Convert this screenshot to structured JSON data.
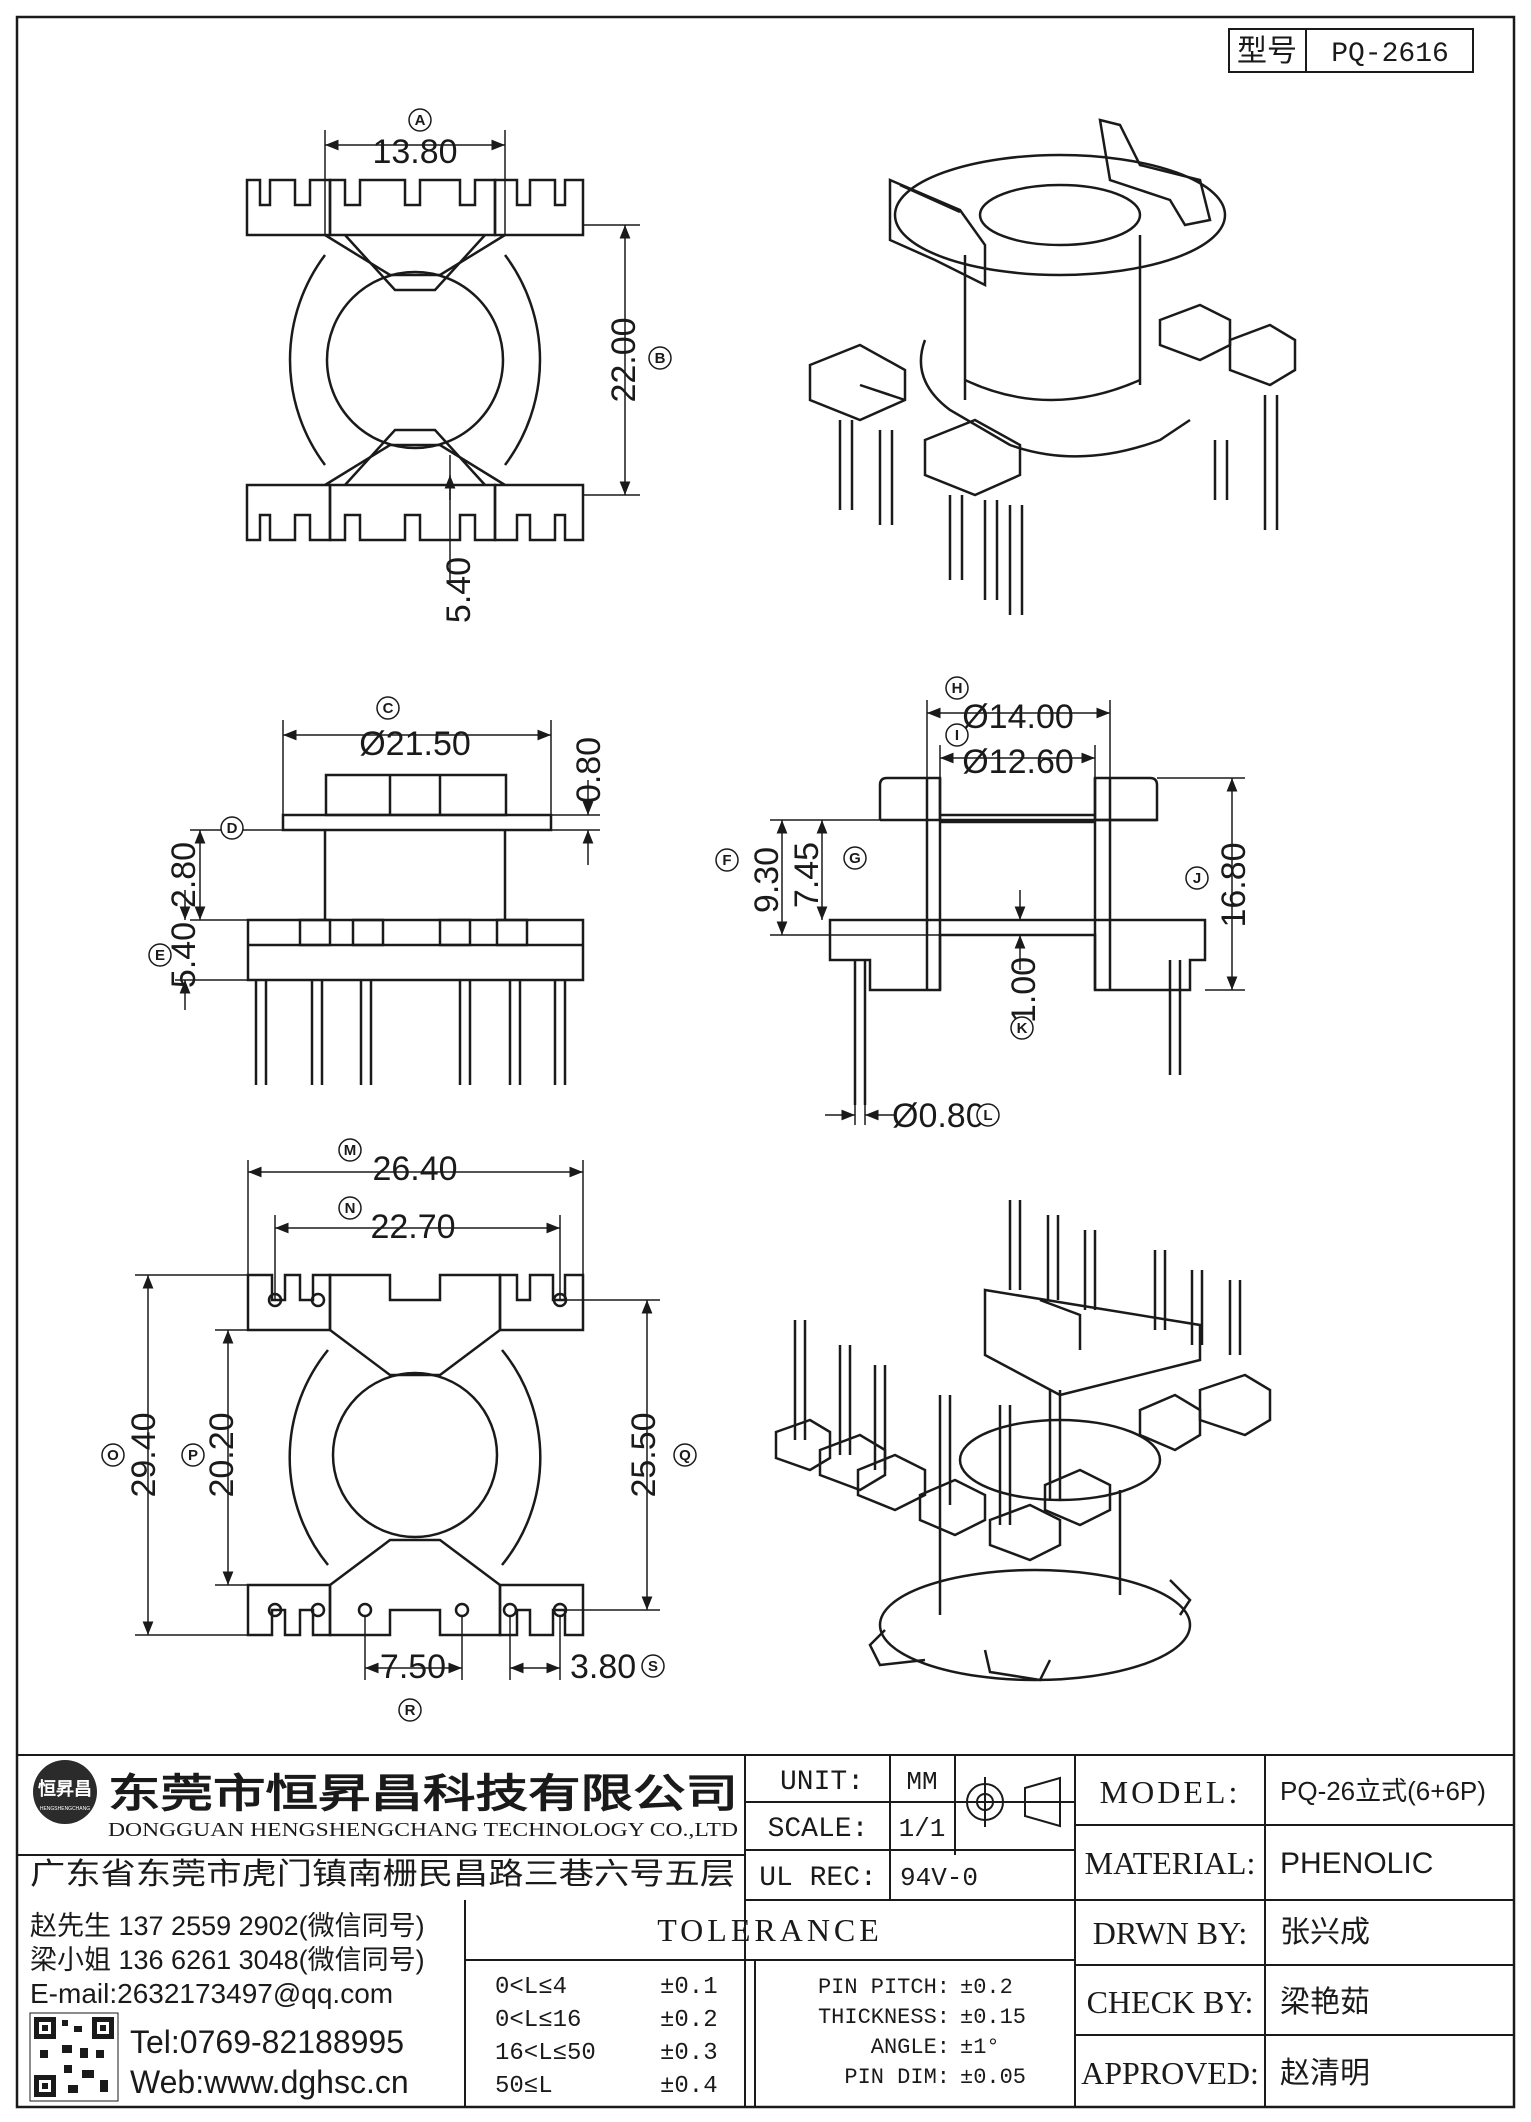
{
  "header": {
    "label": "型号",
    "part_no": "PQ-2616"
  },
  "dimensions": {
    "top_view": {
      "A_value": "13.80",
      "A_mark": "A",
      "B_value": "22.00",
      "B_mark": "B",
      "gap_value": "5.40"
    },
    "side_view": {
      "C_value": "Ø21.50",
      "C_mark": "C",
      "flange_value": "0.80",
      "D_value": "2.80",
      "D_mark": "D",
      "E_value": "5.40",
      "E_mark": "E"
    },
    "section_view": {
      "H_value": "Ø14.00",
      "H_mark": "H",
      "I_value": "Ø12.60",
      "I_mark": "I",
      "F_value": "9.30",
      "F_mark": "F",
      "G_value": "7.45",
      "G_mark": "G",
      "J_value": "16.80",
      "J_mark": "J",
      "K_value": "1.00",
      "K_mark": "K",
      "L_value": "Ø0.80",
      "L_mark": "L"
    },
    "bottom_view": {
      "M_value": "26.40",
      "M_mark": "M",
      "N_value": "22.70",
      "N_mark": "N",
      "O_value": "29.40",
      "O_mark": "O",
      "P_value": "20.20",
      "P_mark": "P",
      "Q_value": "25.50",
      "Q_mark": "Q",
      "R_value": "7.50",
      "R_mark": "R",
      "S_value": "3.80",
      "S_mark": "S"
    }
  },
  "title_block": {
    "company_cn": "东莞市恒昇昌科技有限公司",
    "company_en": "DONGGUAN HENGSHENGCHANG TECHNOLOGY CO.,LTD",
    "logo_text": "恒昇昌",
    "logo_sub": "HENGSHENGCHANG",
    "address": "广东省东莞市虎门镇南栅民昌路三巷六号五层",
    "unit_label": "UNIT:",
    "unit_value": "MM",
    "scale_label": "SCALE:",
    "scale_value": "1/1",
    "ulrec_label": "UL REC:",
    "ulrec_value": "94V-0",
    "model_label": "MODEL:",
    "model_value": "PQ-26立式(6+6P)",
    "material_label": "MATERIAL:",
    "material_value": "PHENOLIC",
    "drawn_label": "DRWN BY:",
    "drawn_value": "张兴成",
    "check_label": "CHECK BY:",
    "check_value": "梁艳茹",
    "approved_label": "APPROVED:",
    "approved_value": "赵清明",
    "contact_1": "赵先生 137 2559 2902(微信同号)",
    "contact_2": "梁小姐 136 6261 3048(微信同号)",
    "email": "E-mail:2632173497@qq.com",
    "tel": "Tel:0769-82188995",
    "web": "Web:www.dghsc.cn",
    "tolerance_title": "TOLERANCE",
    "tol_rows": [
      {
        "range": "0<L≤4",
        "value": "±0.1"
      },
      {
        "range": "0<L≤16",
        "value": "±0.2"
      },
      {
        "range": "16<L≤50",
        "value": "±0.3"
      },
      {
        "range": "50≤L",
        "value": "±0.4"
      }
    ],
    "tol_other": [
      {
        "label": "PIN PITCH:",
        "value": "±0.2"
      },
      {
        "label": "THICKNESS:",
        "value": "±0.15"
      },
      {
        "label": "ANGLE:",
        "value": "±1°"
      },
      {
        "label": "PIN DIM:",
        "value": "±0.05"
      }
    ]
  }
}
